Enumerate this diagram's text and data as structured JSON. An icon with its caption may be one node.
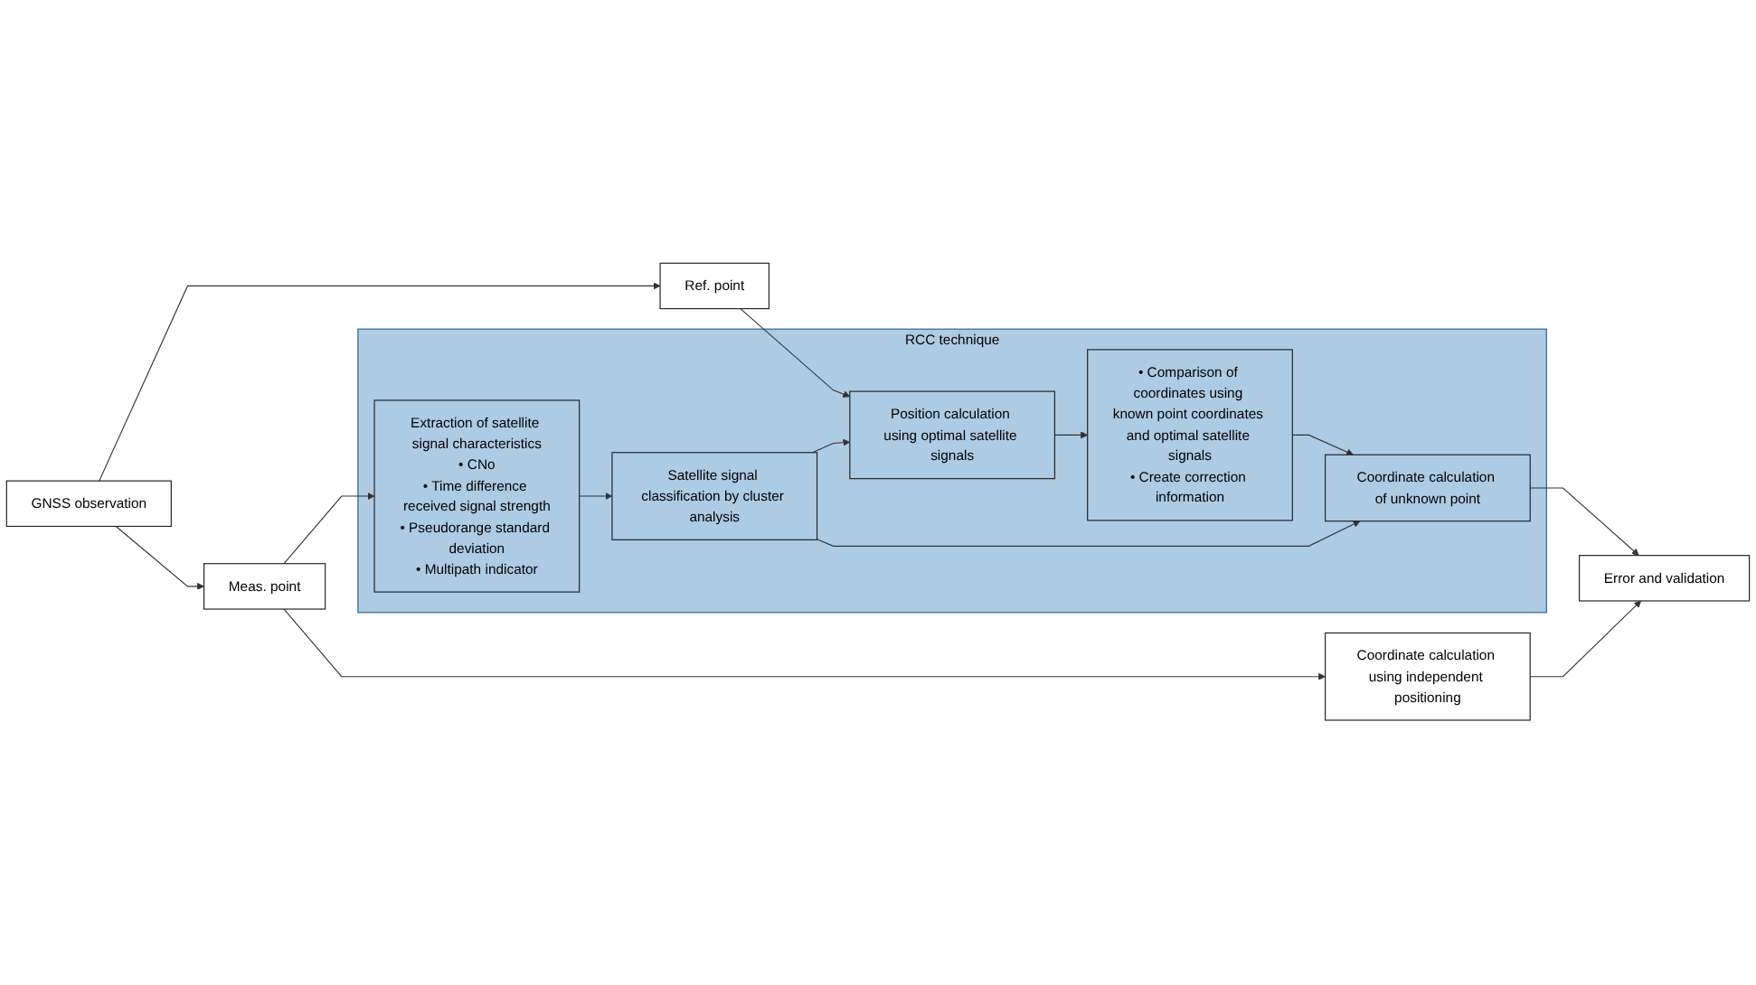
{
  "diagram": {
    "nodes": [
      {
        "text": [
          "RCC technique"
        ]
      },
      {
        "text": [
          "Position calculation using optimal satellite signals"
        ],
        "in": 0
      },
      {
        "text": [
          "• Comparison of coordinates using known point coordinates and optimal satellite signals",
          "• Create correction information"
        ],
        "in": 0
      },
      {
        "text": [
          "Ref. point"
        ]
      },
      {
        "text": [
          "GNSS observation"
        ]
      },
      {
        "text": [
          "Extraction of satellite signal characteristics",
          "• CNo",
          "• Time difference received signal strength",
          "• Pseudorange standard deviation",
          "• Multipath indicator"
        ],
        "in": 0
      },
      {
        "text": [
          "Satellite signal classification by cluster analysis"
        ],
        "in": 0
      },
      {
        "text": [
          "Coordinate calculation of unknown point"
        ],
        "in": 0
      },
      {
        "text": [
          "Meas. point"
        ]
      },
      {
        "text": [
          "Coordinate calculation using independent positioning"
        ]
      },
      {
        "text": [
          "Error and validation"
        ]
      }
    ],
    "edges": [
      {
        "from": 4,
        "to": 3,
        "arrow": "to"
      },
      {
        "from": 4,
        "to": 8,
        "arrow": "to"
      },
      {
        "from": 3,
        "to": 1,
        "arrow": "to"
      },
      {
        "from": 6,
        "to": 1,
        "arrow": "to"
      },
      {
        "from": 1,
        "to": 2,
        "arrow": "to"
      },
      {
        "from": 2,
        "to": 7,
        "arrow": "to"
      },
      {
        "from": 8,
        "to": 5,
        "arrow": "to"
      },
      {
        "from": 5,
        "to": 6,
        "arrow": "to"
      },
      {
        "from": 6,
        "to": 7,
        "arrow": "to"
      },
      {
        "from": 8,
        "to": 9,
        "arrow": "to"
      },
      {
        "from": 9,
        "to": 10,
        "arrow": "to"
      },
      {
        "from": 7,
        "to": 10,
        "arrow": "to"
      }
    ]
  }
}
